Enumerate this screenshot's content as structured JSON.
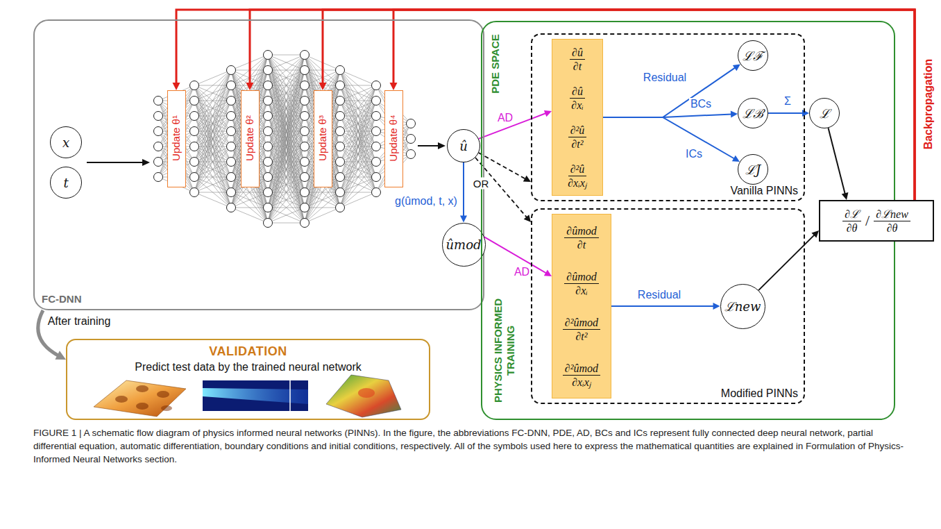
{
  "diagram": {
    "caption": "FIGURE 1 | A schematic flow diagram of physics informed neural networks (PINNs). In the figure, the abbreviations FC-DNN, PDE, AD, BCs and ICs represent fully connected deep neural network, partial differential equation, automatic differentiation, boundary conditions and initial conditions, respectively. All of the symbols used here to express the mathematical quantities are explained in Formulation of Physics-Informed Neural Networks section.",
    "nodes": [
      {
        "text": [
          "FC-DNN"
        ]
      },
      {
        "text": [
          "x"
        ],
        "in": 0
      },
      {
        "text": [
          "t"
        ],
        "in": 0
      },
      {
        "text": [
          "Update θ¹"
        ],
        "in": 0
      },
      {
        "text": [
          "Update θ²"
        ],
        "in": 0
      },
      {
        "text": [
          "Update θ³"
        ],
        "in": 0
      },
      {
        "text": [
          "Update θ⁴"
        ],
        "in": 0
      },
      {
        "text": [
          "û"
        ],
        "in": 0
      },
      {
        "text": [
          "ûmod"
        ],
        "in": 0
      },
      {
        "text": [
          "PDE SPACE",
          "PHYSICS INFORMED TRAINING"
        ]
      },
      {
        "text": [
          "Vanilla PINNs"
        ],
        "in": 9
      },
      {
        "text": [
          "∂û",
          "∂t",
          "∂û",
          "∂xᵢ",
          "∂²û",
          "∂t²",
          "∂²û",
          "∂xᵢxⱼ"
        ],
        "in": 10
      },
      {
        "text": [
          "ℒℱ"
        ],
        "in": 10
      },
      {
        "text": [
          "ℒℬ"
        ],
        "in": 10
      },
      {
        "text": [
          "ℒJ"
        ],
        "in": 10
      },
      {
        "text": [
          "ℒ"
        ],
        "in": 9
      },
      {
        "text": [
          "Modified PINNs"
        ],
        "in": 9
      },
      {
        "text": [
          "∂ûmod",
          "∂t",
          "∂ûmod",
          "∂xᵢ",
          "∂²ûmod",
          "∂t²",
          "∂²ûmod",
          "∂xᵢxⱼ"
        ],
        "in": 16
      },
      {
        "text": [
          "ℒnew"
        ],
        "in": 16
      },
      {
        "text": [
          "∂ℒ",
          "∂θ",
          "/",
          "∂ℒnew",
          "∂θ"
        ]
      },
      {
        "text": [
          "VALIDATION",
          "Predict test data by the trained neural network"
        ]
      }
    ],
    "edges": [
      {
        "from": 7,
        "to": 8,
        "label": "g(ûmod, t, x)",
        "arrow": "to"
      },
      {
        "from": 7,
        "to": 11,
        "label": "AD",
        "arrow": "to"
      },
      {
        "from": 7,
        "to": 10,
        "arrow": "to"
      },
      {
        "from": 7,
        "to": 16,
        "arrow": "to"
      },
      {
        "from": 8,
        "to": 17,
        "label": "AD",
        "arrow": "to"
      },
      {
        "from": 11,
        "to": 12,
        "label": "Residual",
        "arrow": "to"
      },
      {
        "from": 11,
        "to": 13,
        "label": "BCs",
        "arrow": "to"
      },
      {
        "from": 11,
        "to": 14,
        "label": "ICs",
        "arrow": "to"
      },
      {
        "from": 13,
        "to": 15,
        "label": "Σ",
        "arrow": "to"
      },
      {
        "from": 17,
        "to": 18,
        "label": "Residual",
        "arrow": "to"
      },
      {
        "from": 15,
        "to": 19,
        "arrow": "to"
      },
      {
        "from": 18,
        "to": 19,
        "arrow": "to"
      },
      {
        "from": 19,
        "to": 3,
        "arrow": "to"
      },
      {
        "from": 19,
        "to": 4,
        "arrow": "to"
      },
      {
        "from": 19,
        "to": 5,
        "arrow": "to"
      },
      {
        "from": 19,
        "to": 6,
        "arrow": "to"
      },
      {
        "from": 0,
        "to": 20,
        "label": "After training",
        "arrow": "to"
      }
    ],
    "labels": [
      "OR",
      "Backpropagation"
    ]
  }
}
